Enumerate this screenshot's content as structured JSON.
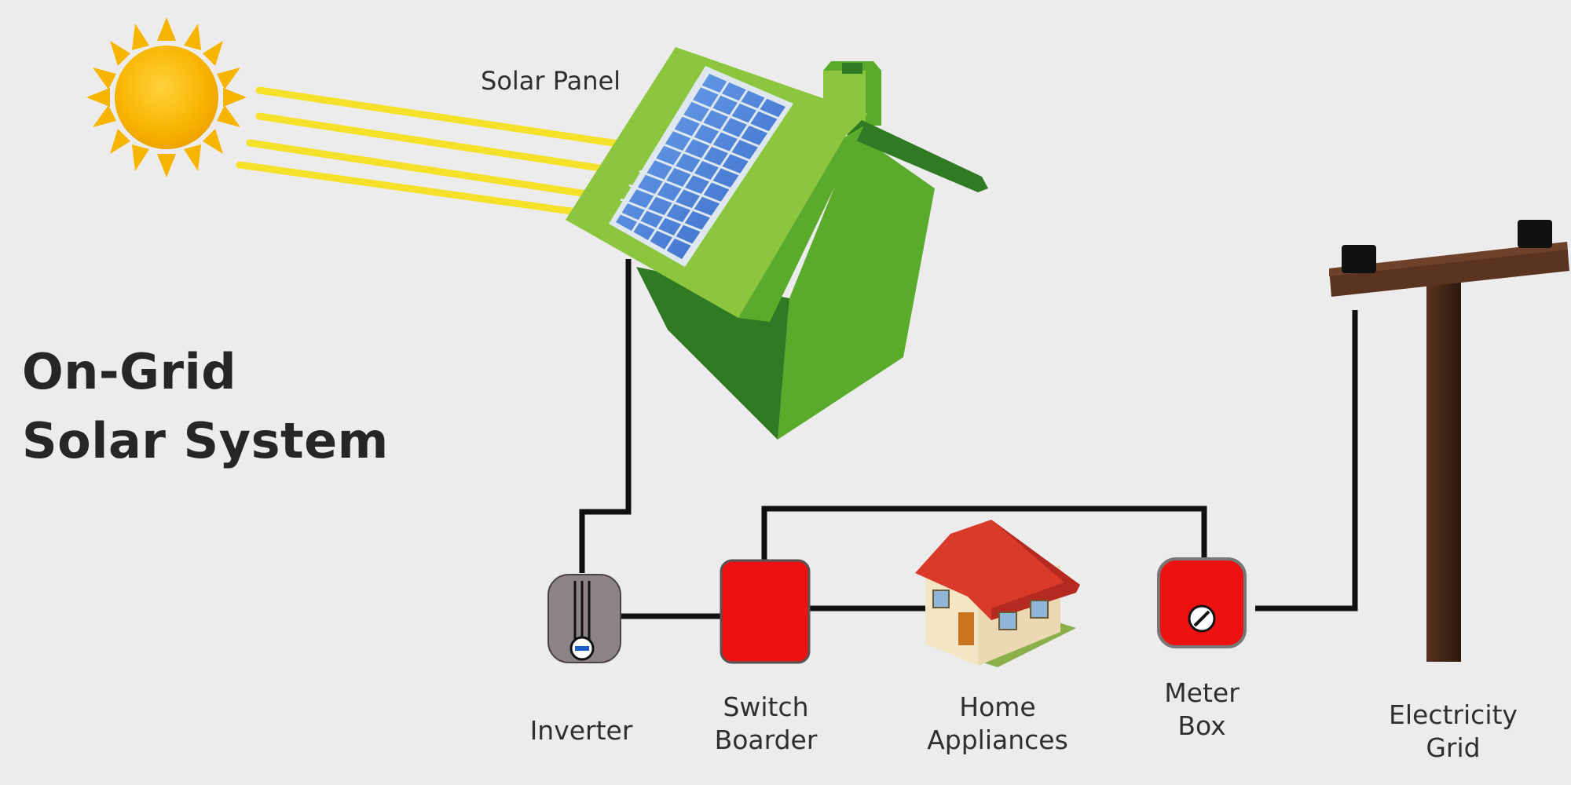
{
  "diagram": {
    "title_lines": [
      "On-Grid",
      "Solar System"
    ],
    "labels": {
      "solar_panel": "Solar Panel",
      "inverter": "Inverter",
      "switch_board": [
        "Switch",
        "Boarder"
      ],
      "home_appliances": [
        "Home",
        "Appliances"
      ],
      "meter_box": [
        "Meter",
        "Box"
      ],
      "electricity_grid": [
        "Electricity",
        "Grid"
      ]
    },
    "colors": {
      "background": "#ececec",
      "sun": "#f7b500",
      "sun_rays": "#f5e12a",
      "house_green": "#5aab2c",
      "house_light_green": "#8cc63f",
      "house_dark_green": "#2f7a23",
      "solar_cell": "#3f7fd6",
      "device_red": "#ee1111",
      "wire": "#111111",
      "pole": "#4a2a18",
      "roof_red": "#d93a2a"
    },
    "icons": [
      "sun-icon",
      "solar-panel-icon",
      "house-icon",
      "inverter-icon",
      "switch-board-icon",
      "home-icon",
      "meter-box-icon",
      "utility-pole-icon"
    ]
  }
}
